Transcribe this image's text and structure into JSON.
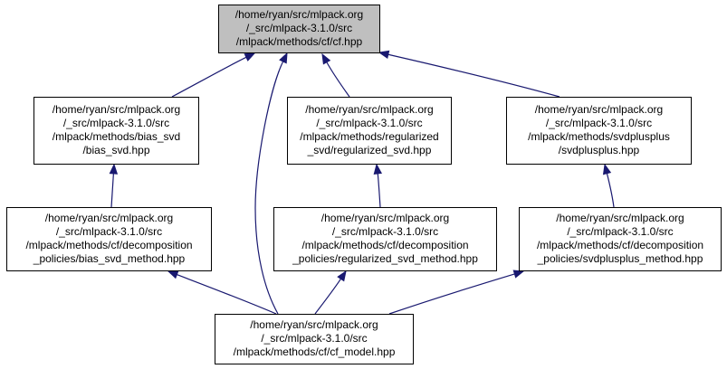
{
  "colors": {
    "highlight_fill": "#bfbfbf",
    "node_fill": "#ffffff",
    "node_stroke": "#000000",
    "edge_color": "#191970"
  },
  "nodes": [
    {
      "id": "cf_hpp",
      "highlighted": true,
      "lines": [
        "/home/ryan/src/mlpack.org",
        "/_src/mlpack-3.1.0/src",
        "/mlpack/methods/cf/cf.hpp"
      ]
    },
    {
      "id": "bias_svd_hpp",
      "highlighted": false,
      "lines": [
        "/home/ryan/src/mlpack.org",
        "/_src/mlpack-3.1.0/src",
        "/mlpack/methods/bias_svd",
        "/bias_svd.hpp"
      ]
    },
    {
      "id": "regularized_svd_hpp",
      "highlighted": false,
      "lines": [
        "/home/ryan/src/mlpack.org",
        "/_src/mlpack-3.1.0/src",
        "/mlpack/methods/regularized",
        "_svd/regularized_svd.hpp"
      ]
    },
    {
      "id": "svdplusplus_hpp",
      "highlighted": false,
      "lines": [
        "/home/ryan/src/mlpack.org",
        "/_src/mlpack-3.1.0/src",
        "/mlpack/methods/svdplusplus",
        "/svdplusplus.hpp"
      ]
    },
    {
      "id": "bias_svd_method_hpp",
      "highlighted": false,
      "lines": [
        "/home/ryan/src/mlpack.org",
        "/_src/mlpack-3.1.0/src",
        "/mlpack/methods/cf/decomposition",
        "_policies/bias_svd_method.hpp"
      ]
    },
    {
      "id": "regularized_svd_method_hpp",
      "highlighted": false,
      "lines": [
        "/home/ryan/src/mlpack.org",
        "/_src/mlpack-3.1.0/src",
        "/mlpack/methods/cf/decomposition",
        "_policies/regularized_svd_method.hpp"
      ]
    },
    {
      "id": "svdplusplus_method_hpp",
      "highlighted": false,
      "lines": [
        "/home/ryan/src/mlpack.org",
        "/_src/mlpack-3.1.0/src",
        "/mlpack/methods/cf/decomposition",
        "_policies/svdplusplus_method.hpp"
      ]
    },
    {
      "id": "cf_model_hpp",
      "highlighted": false,
      "lines": [
        "/home/ryan/src/mlpack.org",
        "/_src/mlpack-3.1.0/src",
        "/mlpack/methods/cf/cf_model.hpp"
      ]
    }
  ],
  "edges": [
    {
      "from": "bias_svd_hpp",
      "to": "cf_hpp"
    },
    {
      "from": "regularized_svd_hpp",
      "to": "cf_hpp"
    },
    {
      "from": "svdplusplus_hpp",
      "to": "cf_hpp"
    },
    {
      "from": "cf_model_hpp",
      "to": "cf_hpp"
    },
    {
      "from": "bias_svd_method_hpp",
      "to": "bias_svd_hpp"
    },
    {
      "from": "regularized_svd_method_hpp",
      "to": "regularized_svd_hpp"
    },
    {
      "from": "svdplusplus_method_hpp",
      "to": "svdplusplus_hpp"
    },
    {
      "from": "cf_model_hpp",
      "to": "bias_svd_method_hpp"
    },
    {
      "from": "cf_model_hpp",
      "to": "regularized_svd_method_hpp"
    },
    {
      "from": "cf_model_hpp",
      "to": "svdplusplus_method_hpp"
    }
  ]
}
